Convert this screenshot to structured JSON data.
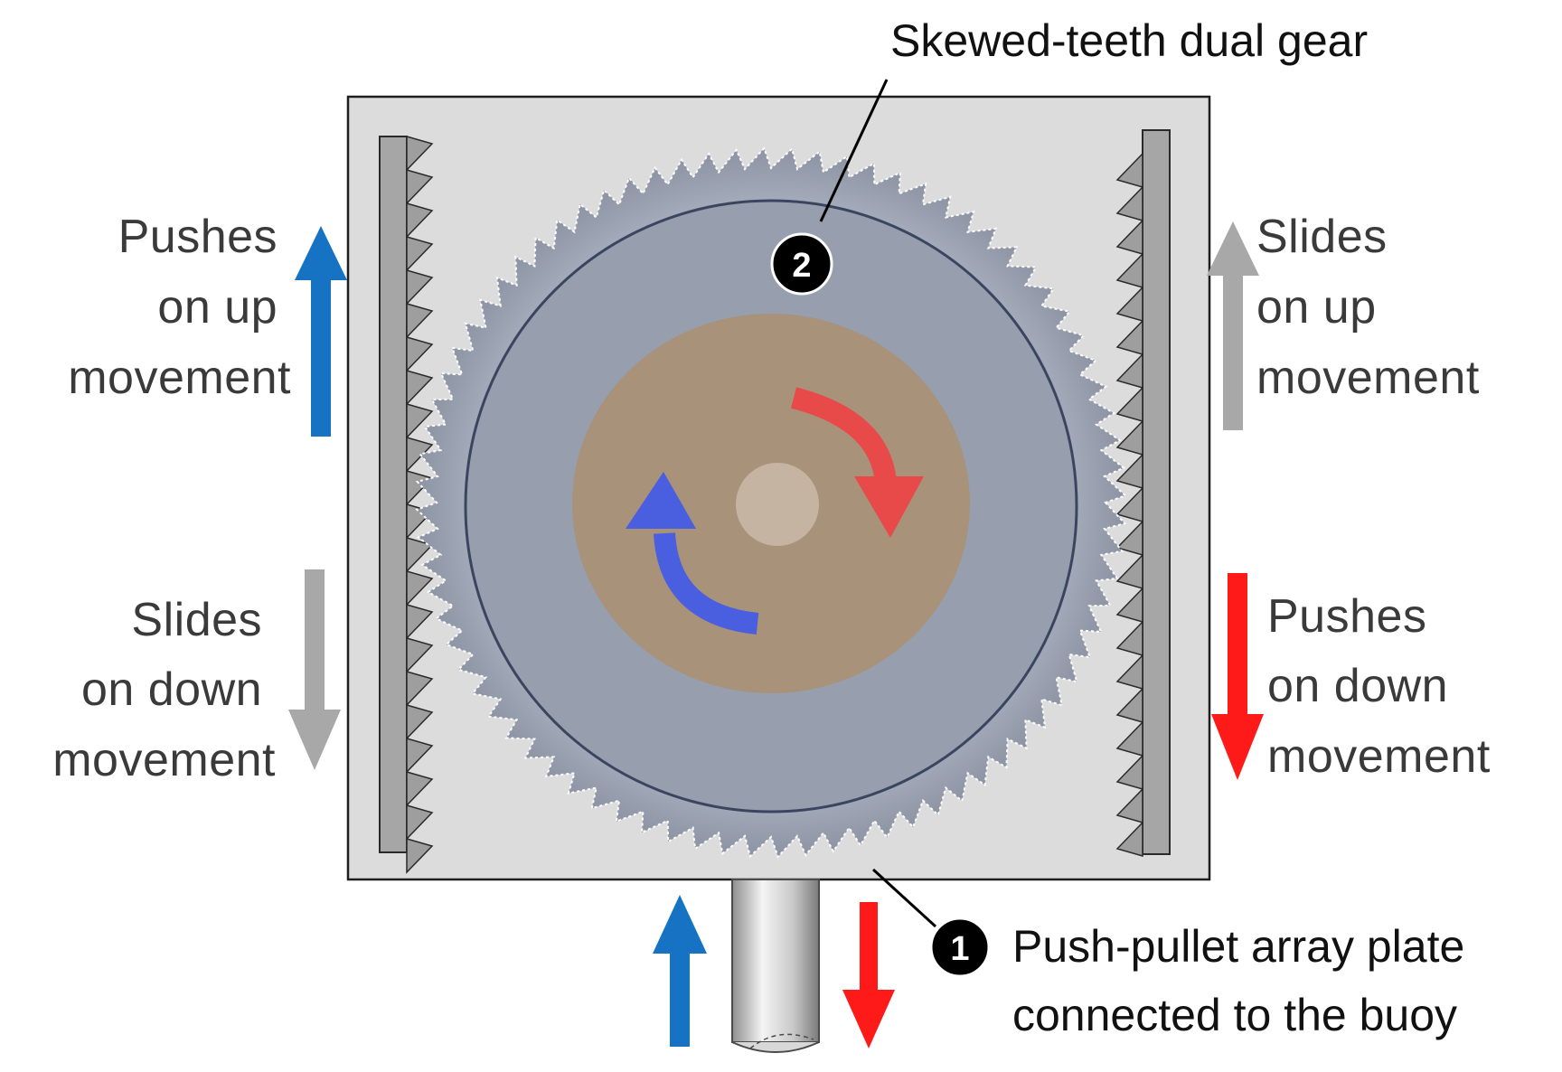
{
  "labels": {
    "left_top": [
      "Pushes",
      "on up",
      "movement"
    ],
    "left_bottom": [
      "Slides",
      "on down",
      "movement"
    ],
    "right_top": [
      "Slides",
      "on up",
      "movement"
    ],
    "right_bottom": [
      "Pushes",
      "on down",
      "movement"
    ]
  },
  "callouts": {
    "gear": {
      "number": "2",
      "text": "Skewed-teeth dual gear"
    },
    "plate": {
      "number": "1",
      "line1": "Push-pullet array plate",
      "line2": "connected to the buoy"
    }
  },
  "colors": {
    "push_up_arrow": "#1673c4",
    "push_down_arrow": "#ff1a1a",
    "slide_arrow": "#a8a8a8",
    "plate": "#dcdcdc",
    "gear_outer": "#a7aebd",
    "gear_inner": "#959cab",
    "hub": "#a8927a",
    "rotation_cw": "#e84a4a",
    "rotation_ccw": "#4a5ee0"
  },
  "icons": {
    "gear": "gear-icon",
    "rack_left": "rack-icon",
    "rack_right": "rack-icon",
    "rod": "rod-icon"
  }
}
